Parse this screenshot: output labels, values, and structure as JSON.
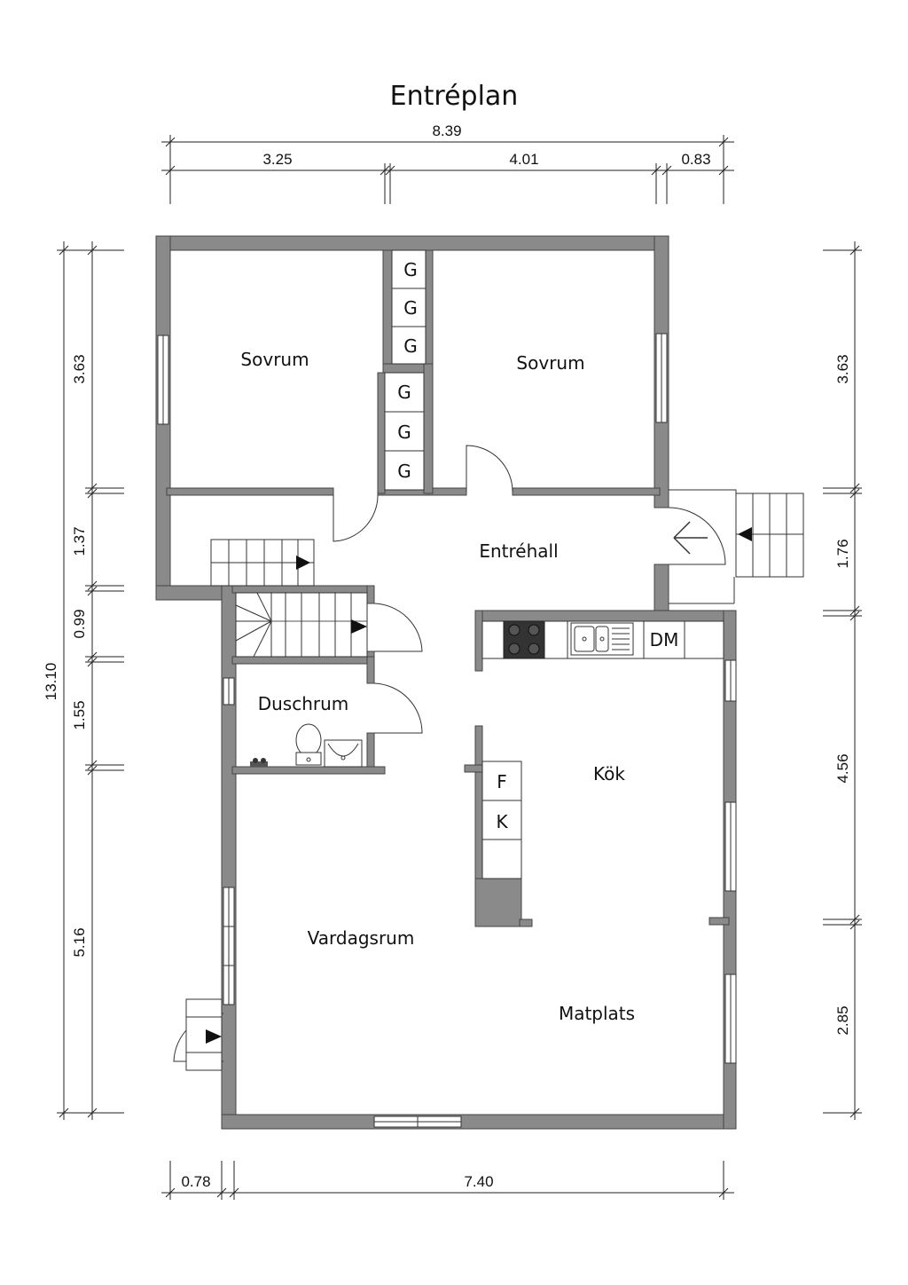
{
  "title": "Entréplan",
  "dimensions": {
    "top_total": "8.39",
    "top_a": "3.25",
    "top_b": "4.01",
    "top_c": "0.83",
    "left_total": "13.10",
    "left_a": "3.63",
    "left_b": "1.37",
    "left_c": "0.99",
    "left_d": "1.55",
    "left_e": "5.16",
    "right_a": "3.63",
    "right_b": "1.76",
    "right_c": "4.56",
    "right_d": "2.85",
    "bottom_a": "0.78",
    "bottom_b": "7.40"
  },
  "rooms": {
    "bedroom_left": "Sovrum",
    "bedroom_right": "Sovrum",
    "hall": "Entréhall",
    "shower": "Duschrum",
    "kitchen": "Kök",
    "living": "Vardagsrum",
    "dining": "Matplats"
  },
  "fixtures": {
    "wardrobe": "G",
    "dishwasher": "DM",
    "fridge": "F",
    "freezer": "K"
  },
  "colors": {
    "wall": "#8a8a8a",
    "stove": "#333333"
  }
}
